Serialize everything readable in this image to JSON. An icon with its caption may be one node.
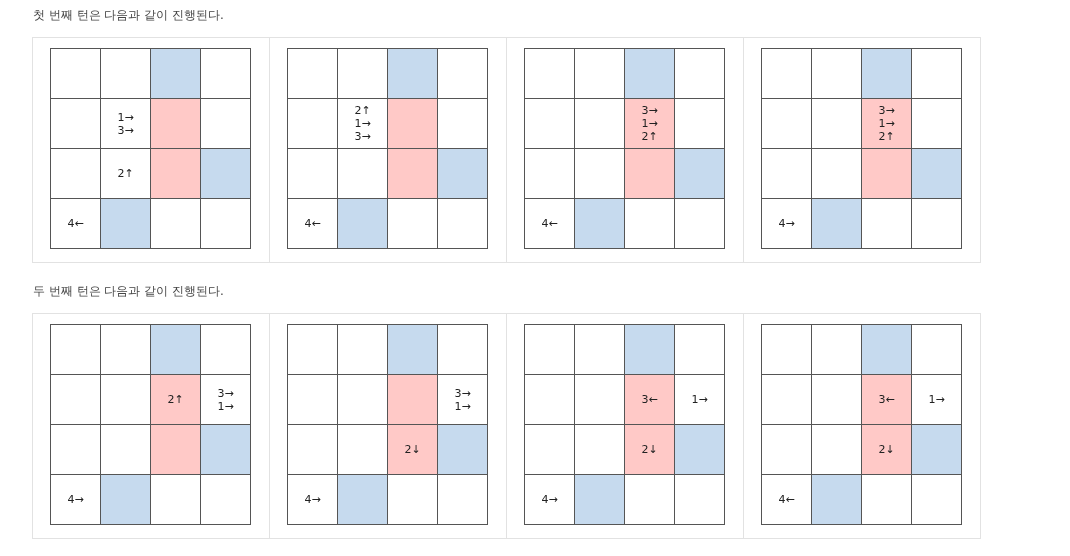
{
  "diagram": {
    "labels": [
      "첫 번째 턴은 다음과 같이 진행된다.",
      "1→ 3→",
      "2↑",
      "4←",
      "2↑ 1→ 3→",
      "4←",
      "3→ 1→ 2↑",
      "4←",
      "3→ 1→ 2↑",
      "4→",
      "두 번째 턴은 다음과 같이 진행된다.",
      "2↑",
      "3→ 1→",
      "4→",
      "3→ 1→",
      "2↓",
      "4→",
      "3←",
      "1→",
      "2↓",
      "4→",
      "3←",
      "1→",
      "2↓",
      "4←"
    ]
  }
}
